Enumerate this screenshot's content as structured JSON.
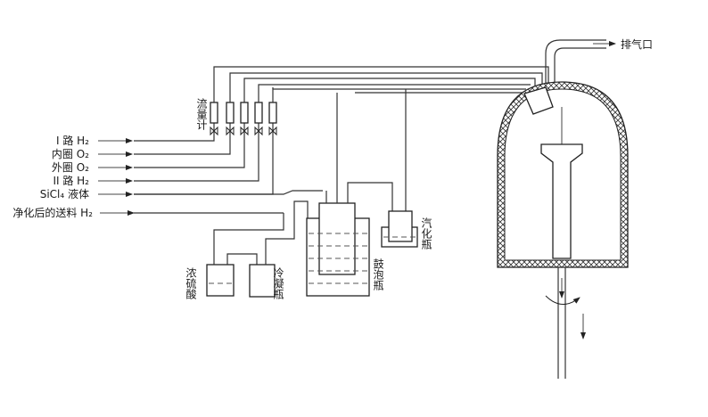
{
  "diagram": {
    "exhaust_label": "排气口",
    "flowmeter_label": "流量计",
    "inputs": [
      {
        "label": "I 路 H₂"
      },
      {
        "label": "内圈 O₂"
      },
      {
        "label": "外圈 O₂"
      },
      {
        "label": "II 路 H₂"
      },
      {
        "label": "SiCl₄ 液体"
      },
      {
        "label": "净化后的送料 H₂"
      }
    ],
    "vessels": {
      "sulfuric_acid": "浓硫酸",
      "condenser": "冷凝瓶",
      "bubbler": "鼓泡瓶",
      "vaporizer": "汽化瓶"
    }
  }
}
